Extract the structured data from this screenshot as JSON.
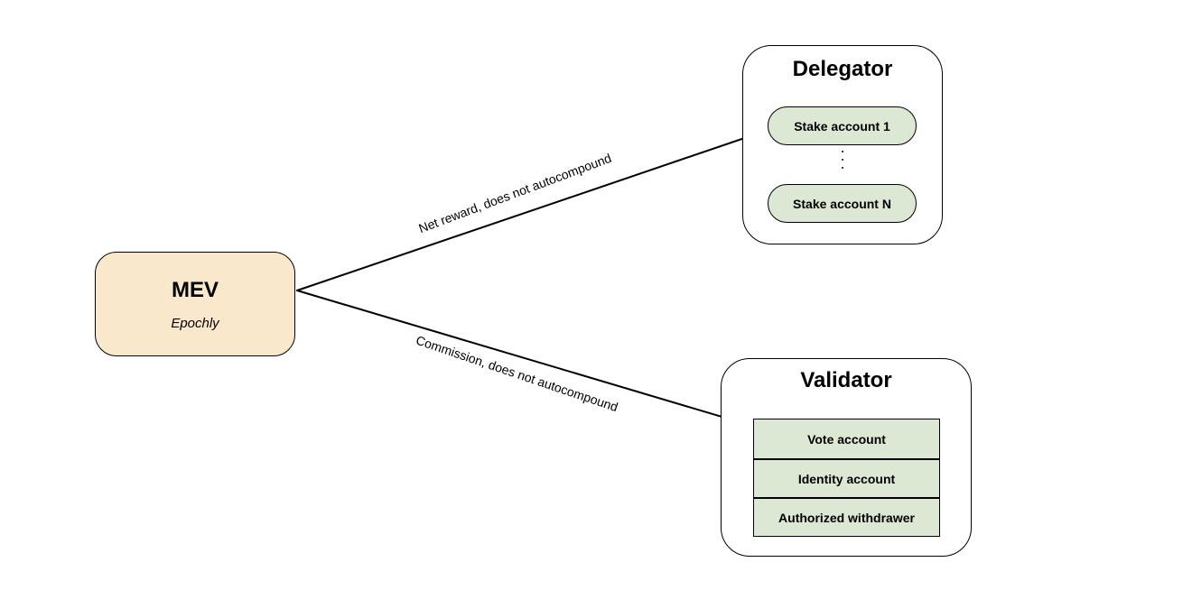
{
  "colors": {
    "mev_fill": "#fae8cc",
    "account_fill": "#dde8d4",
    "stroke": "#000000"
  },
  "mev": {
    "title": "MEV",
    "subtitle": "Epochly"
  },
  "delegator": {
    "title": "Delegator",
    "accounts": [
      "Stake account 1",
      "Stake account N"
    ]
  },
  "validator": {
    "title": "Validator",
    "accounts": [
      "Vote account",
      "Identity account",
      "Authorized withdrawer"
    ]
  },
  "edges": {
    "to_delegator": "Net reward, does not autocompound",
    "to_validator": "Commission, does not autocompound"
  }
}
